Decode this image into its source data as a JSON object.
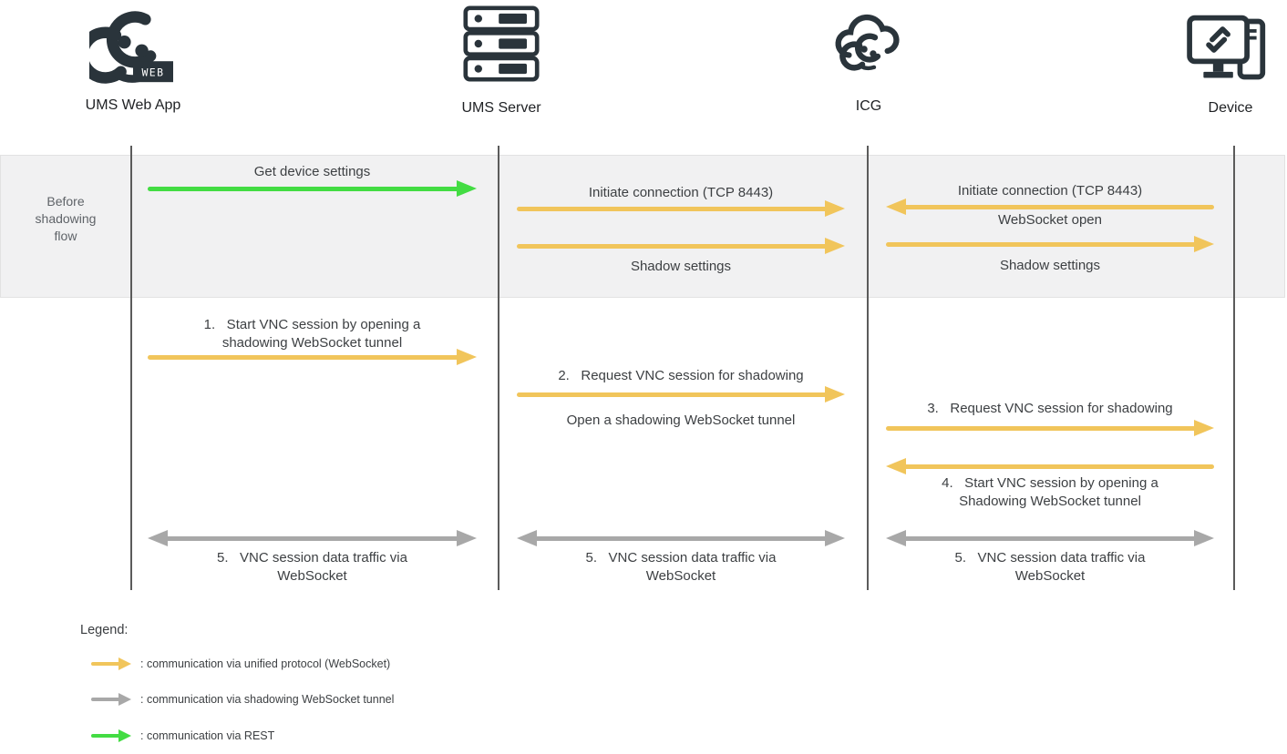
{
  "colors": {
    "unified_yellow": "#F1C55B",
    "shadow_gray": "#A8A8A8",
    "rest_green": "#43DC43",
    "icon_dark": "#2A343B",
    "band_bg": "#F1F1F2",
    "band_border": "#E2E2E2",
    "lifeline_gray": "#5B5B5B"
  },
  "actors": [
    {
      "name": "UMS Web App",
      "badge": "WEB",
      "icon": "igel-web-logo"
    },
    {
      "name": "UMS Server",
      "icon": "server-stack"
    },
    {
      "name": "ICG",
      "icon": "cloud-igel"
    },
    {
      "name": "Device",
      "icon": "monitor-with-tower"
    }
  ],
  "band": {
    "label_lines": [
      "Before",
      "shadowing",
      "flow"
    ]
  },
  "messages": [
    {
      "id": "get-device-settings",
      "type": "rest",
      "direction": "right",
      "label_above": "Get device settings"
    },
    {
      "id": "initiate-connection-ums-icg",
      "type": "unified",
      "direction": "right",
      "label_above": "Initiate connection (TCP 8443)"
    },
    {
      "id": "shadow-settings-ums-icg",
      "type": "unified",
      "direction": "right",
      "label_below": "Shadow settings"
    },
    {
      "id": "initiate-connection-device-icg",
      "type": "unified",
      "direction": "left",
      "label_above": "Initiate connection (TCP 8443)"
    },
    {
      "id": "websocket-open-icg-device",
      "type": "unified",
      "direction": "right",
      "label_above": "WebSocket open",
      "label_below": "Shadow settings"
    },
    {
      "id": "step-1",
      "type": "unified",
      "direction": "right",
      "lines_above": [
        "1.   Start VNC session by opening a",
        "shadowing WebSocket tunnel"
      ]
    },
    {
      "id": "step-2",
      "type": "unified",
      "direction": "right",
      "label_above": "2.   Request VNC session for shadowing",
      "label_below": "Open a shadowing WebSocket tunnel"
    },
    {
      "id": "step-3",
      "type": "unified",
      "direction": "right",
      "label_above": "3.   Request VNC session for shadowing"
    },
    {
      "id": "step-4",
      "type": "unified",
      "direction": "left",
      "lines_below": [
        "4.   Start VNC session by opening a",
        "Shadowing WebSocket tunnel"
      ]
    },
    {
      "id": "step-5-webapp-server",
      "type": "tunnel",
      "direction": "both",
      "lines_below": [
        "5.   VNC session data traffic via",
        "WebSocket"
      ]
    },
    {
      "id": "step-5-server-icg",
      "type": "tunnel",
      "direction": "both",
      "lines_below": [
        "5.   VNC session data traffic via",
        "WebSocket"
      ]
    },
    {
      "id": "step-5-icg-device",
      "type": "tunnel",
      "direction": "both",
      "lines_below": [
        "5.   VNC session data traffic via",
        "WebSocket"
      ]
    }
  ],
  "legend": {
    "title": "Legend:",
    "items": [
      {
        "type": "unified",
        "label": ": communication via unified protocol (WebSocket)"
      },
      {
        "type": "tunnel",
        "label": ": communication via shadowing WebSocket tunnel"
      },
      {
        "type": "rest",
        "label": ": communication via REST"
      }
    ]
  }
}
